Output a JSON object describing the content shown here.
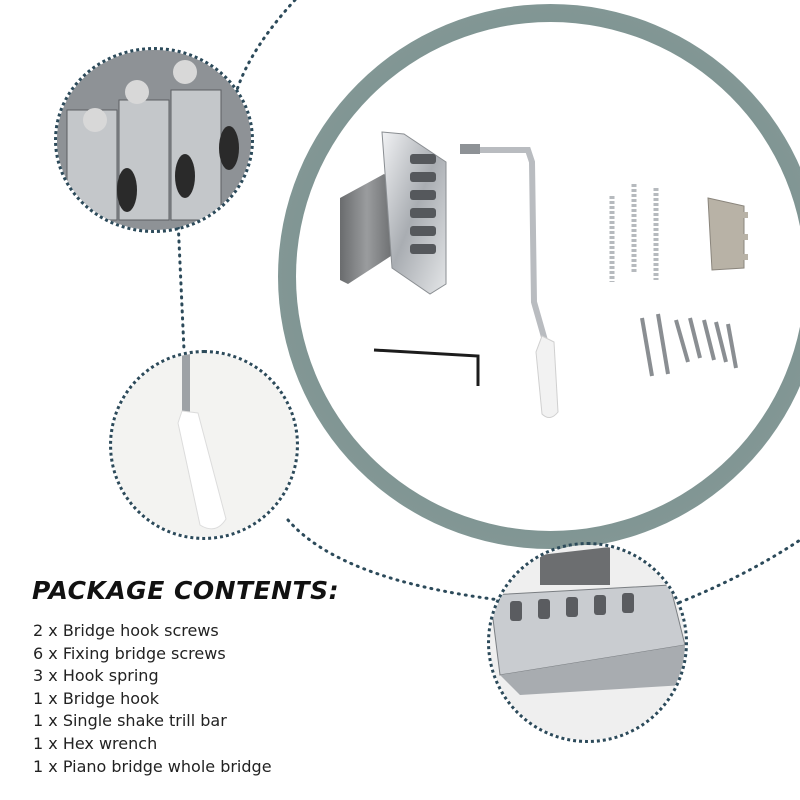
{
  "package": {
    "heading": "PACKAGE CONTENTS:",
    "items": [
      "2 x Bridge hook screws",
      "6 x Fixing bridge screws",
      "3 x Hook spring",
      "1 x Bridge hook",
      "1 x Single shake trill bar",
      "1 x Hex wrench",
      "1 x Piano bridge whole bridge"
    ]
  },
  "colors": {
    "ring": "#7e9391",
    "dotted_line": "#2c4a5a",
    "chrome": "#c9ccd0",
    "tip": "#f4f4f4"
  }
}
